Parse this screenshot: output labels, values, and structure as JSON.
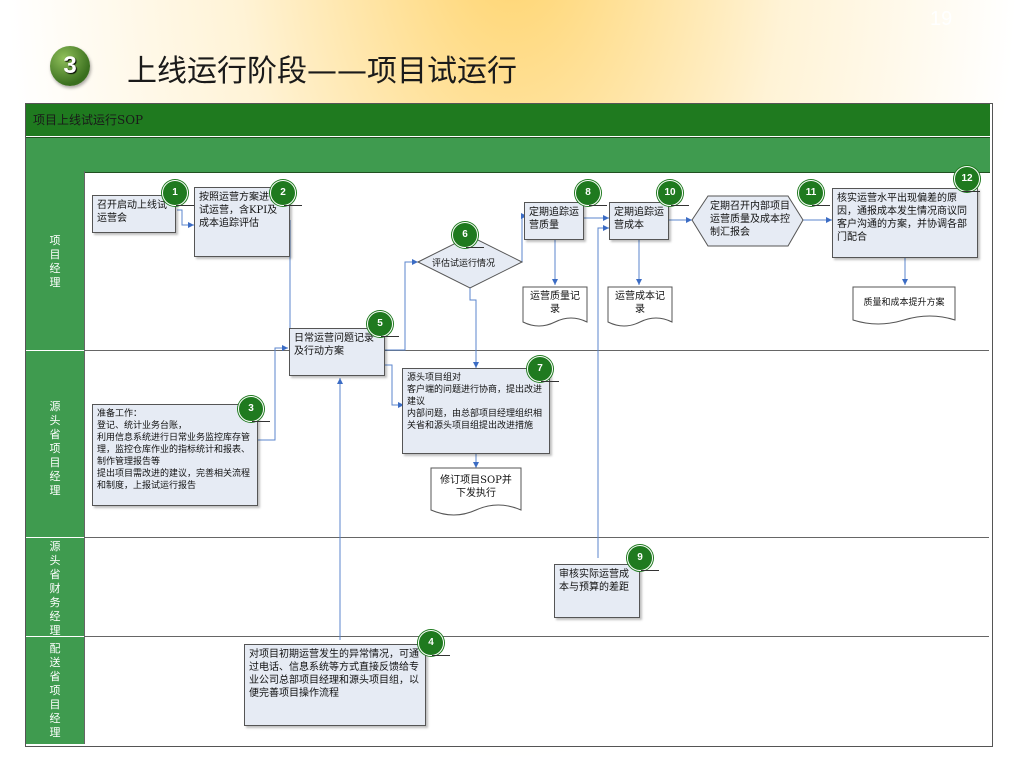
{
  "slide": {
    "page_number": "19",
    "section_badge": "3",
    "title": "上线运行阶段——项目试运行"
  },
  "diagram": {
    "header": "项目上线试运行SOP",
    "lanes": [
      {
        "label": "项\n目\n经\n理"
      },
      {
        "label": "源\n头\n省\n项\n目\n经\n理"
      },
      {
        "label": "源\n头\n省\n财\n务\n经\n理"
      },
      {
        "label": "配\n送\n省\n项\n目\n经\n理"
      }
    ],
    "steps": {
      "s1": {
        "num": "1",
        "text": "召开启动上线试运营会"
      },
      "s2": {
        "num": "2",
        "text": "按照运营方案进行试运营，含KPI及成本追踪评估"
      },
      "s3": {
        "num": "3",
        "text": "准备工作：\n登记、统计业务台账，\n利用信息系统进行日常业务监控库存管理，监控仓库作业的指标统计和报表、制作管理报告等\n提出项目需改进的建议，完善相关流程和制度，上报试运行报告"
      },
      "s4": {
        "num": "4",
        "text": "对项目初期运营发生的异常情况，可通过电话、信息系统等方式直接反馈给专业公司总部项目经理和源头项目组，以便完善项目操作流程"
      },
      "s5": {
        "num": "5",
        "text": "日常运营问题记录及行动方案"
      },
      "s6": {
        "num": "6",
        "text": "评估试运行情况"
      },
      "s7": {
        "num": "7",
        "text": "源头项目组对\n客户端的问题进行协商，提出改进建议\n内部问题，由总部项目经理组织相关省和源头项目组提出改进措施"
      },
      "s8": {
        "num": "8",
        "text": "定期追踪运营质量"
      },
      "s9": {
        "num": "9",
        "text": "审核实际运营成本与预算的差距"
      },
      "s10": {
        "num": "10",
        "text": "定期追踪运营成本"
      },
      "s11": {
        "num": "11",
        "text": "定期召开内部项目运营质量及成本控制汇报会"
      },
      "s12": {
        "num": "12",
        "text": "核实运营水平出现偏差的原因，通报成本发生情况商议同客户沟通的方案，并协调各部门配合"
      }
    },
    "documents": {
      "quality_record": "运营质量记录",
      "cost_record": "运营成本记录",
      "sop_revision": "修订项目SOP并下发执行",
      "improvement_plan": "质量和成本提升方案"
    }
  }
}
